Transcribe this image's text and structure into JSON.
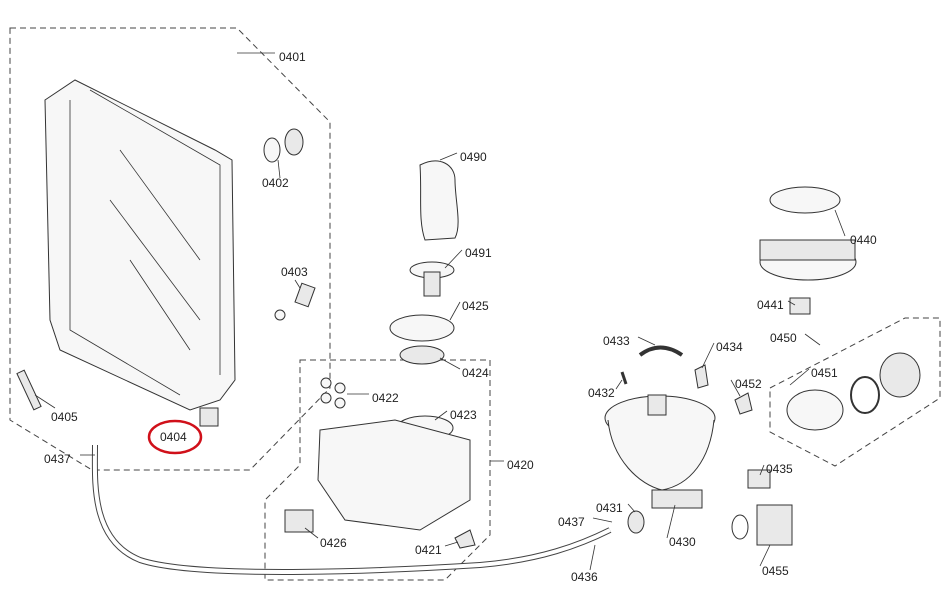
{
  "diagram": {
    "highlight_color": "#d0101a",
    "highlighted_part": "0404",
    "labels": {
      "p0401": "0401",
      "p0402": "0402",
      "p0403": "0403",
      "p0405": "0405",
      "p0404": "0404",
      "p0437a": "0437",
      "p0490": "0490",
      "p0491": "0491",
      "p0425": "0425",
      "p0424": "0424",
      "p0422": "0422",
      "p0423": "0423",
      "p0420": "0420",
      "p0426": "0426",
      "p0421": "0421",
      "p0433": "0433",
      "p0434": "0434",
      "p0432": "0432",
      "p0452": "0452",
      "p0431": "0431",
      "p0430": "0430",
      "p0437b": "0437",
      "p0436": "0436",
      "p0440": "0440",
      "p0441": "0441",
      "p0450": "0450",
      "p0451": "0451",
      "p0435": "0435",
      "p0455": "0455"
    }
  }
}
